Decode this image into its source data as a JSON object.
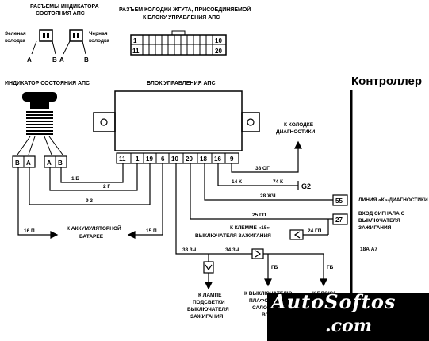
{
  "indicator_connectors": {
    "title_line1": "РАЗЪЕМЫ ИНДИКАТОРА",
    "title_line2": "СОСТОЯНИЯ АПС",
    "green_line1": "Зеленая",
    "green_line2": "колодка",
    "black_line1": "Черная",
    "black_line2": "колодка",
    "pins": [
      "A",
      "B",
      "A",
      "B"
    ]
  },
  "harness_connector": {
    "title_line1": "РАЗЪЕМ КОЛОДКИ ЖГУТА, ПРИСОЕДИНЯЕМОЙ",
    "title_line2": "К БЛОКУ УПРАВЛЕНИЯ АПС",
    "pins": [
      "1",
      "10",
      "11",
      "20"
    ]
  },
  "indicator": {
    "title": "ИНДИКАТОР СОСТОЯНИЯ АПС",
    "pins": [
      "B",
      "A",
      "A",
      "B"
    ]
  },
  "control_unit": {
    "title": "БЛОК УПРАВЛЕНИЯ АПС",
    "pins": [
      "11",
      "1",
      "19",
      "6",
      "10",
      "20",
      "18",
      "16",
      "9"
    ]
  },
  "controller": {
    "title": "Контроллер",
    "pins": [
      "55",
      "27"
    ],
    "k_line": "ЛИНИЯ «К»-ДИАГНОСТИКИ",
    "input_line1": "ВХОД СИГНАЛА С",
    "input_line2": "ВЫКЛЮЧАТЕЛЯ",
    "input_line3": "ЗАЖИГАНИЯ",
    "code": "18А А7"
  },
  "diagnostic": {
    "line1": "К КОЛОДКЕ",
    "line2": "ДИАГНОСТИКИ"
  },
  "wires": {
    "w38": "38 ОГ",
    "w14": "14 К",
    "w74": "74 К",
    "g2": "G2",
    "w28": "28 ЖЧ",
    "w25": "25 ГП",
    "w1": "1 Б",
    "w2": "2 Г",
    "w9": "9 3",
    "w16": "16 П",
    "w15": "15 П",
    "w24": "24 ГП",
    "w33": "33 3Ч",
    "w34": "34 3Ч",
    "gb1": "ГБ",
    "gb2": "ГБ"
  },
  "battery": {
    "line1": "К АККУМУЛЯТОРНОЙ",
    "line2": "БАТАРЕЕ"
  },
  "ignition_terminal": {
    "line1": "К КЛЕММЕ «15»",
    "line2": "ВЫКЛЮЧАТЕЛЯ ЗАЖИГАНИЯ"
  },
  "lamp": {
    "line1": "К ЛАМПЕ",
    "line2": "ПОДСВЕТКИ",
    "line3": "ВЫКЛЮЧАТЕЛЯ",
    "line4": "ЗАЖИГАНИЯ"
  },
  "ceiling": {
    "line1": "К ВЫКЛЮЧАТЕЛЮ",
    "line2": "ПЛАФОНА",
    "line3": "САЛОНА",
    "line4": "ВО"
  },
  "block": {
    "line1": "К БЛОКУ"
  },
  "watermark": {
    "line1": "AutoSoftos",
    "line2": ".com"
  }
}
